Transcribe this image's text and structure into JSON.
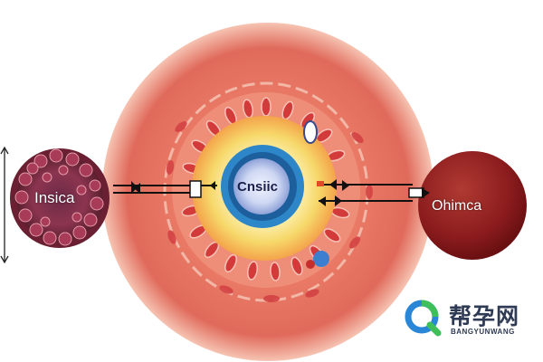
{
  "labels": {
    "left_cell": "Insica",
    "center_nucleus": "Cnsiic",
    "right_cell": "Ohimca"
  },
  "watermark": {
    "chinese": "帮孕网",
    "english": "BANGYUNWANG"
  },
  "colors": {
    "outer_cell": "#e8705f",
    "outer_cell_rim": "#f7c8b8",
    "nucleus": "#2a82c4",
    "nucleus_core": "#dfe3f5",
    "yellow_zone": "#f6e27a",
    "left_cell_fill": "#9b3a4f",
    "right_cell": "#8c1e1e",
    "watermark_icon_blue": "#2a86d6",
    "watermark_icon_green": "#3fbf5a"
  }
}
